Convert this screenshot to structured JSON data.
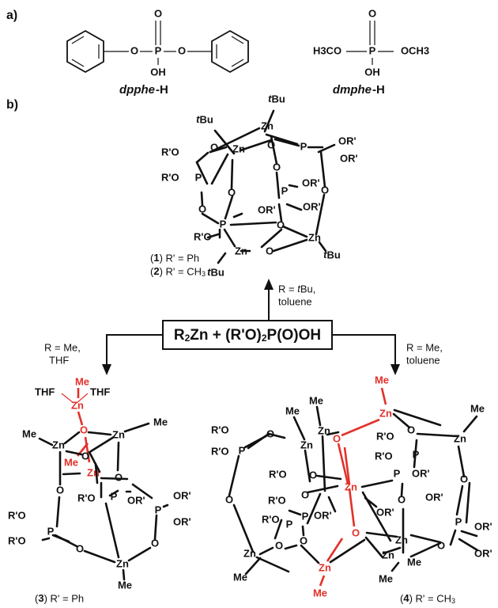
{
  "labels": {
    "a": "a)",
    "b": "b)"
  },
  "atoms": {
    "O": "O",
    "P": "P",
    "OH": "OH",
    "Zn": "Zn",
    "Me": "Me",
    "tBu": "tBu",
    "ORp": "OR'",
    "RpO": "R'O",
    "THF": "THF"
  },
  "ligands": {
    "dpphe": {
      "name": "dpphe",
      "suffix": "-H"
    },
    "dmphe": {
      "name": "dmphe",
      "suffix": "-H",
      "H3CO": "H3CO",
      "OCH3": "OCH3"
    }
  },
  "reagent": "R2Zn + (R'O)2P(O)OH",
  "conditions": {
    "up": [
      "R = tBu,",
      "toluene"
    ],
    "left": [
      "R = Me,",
      "THF"
    ],
    "right": [
      "R = Me,",
      "toluene"
    ]
  },
  "captions": {
    "c1": "(1) R' = Ph",
    "c2": "(2) R' = CH3",
    "c3": "(3) R' = Ph",
    "c4": "(4) R' = CH3"
  },
  "colors": {
    "highlight": "#e2312a",
    "ink": "#111111"
  }
}
